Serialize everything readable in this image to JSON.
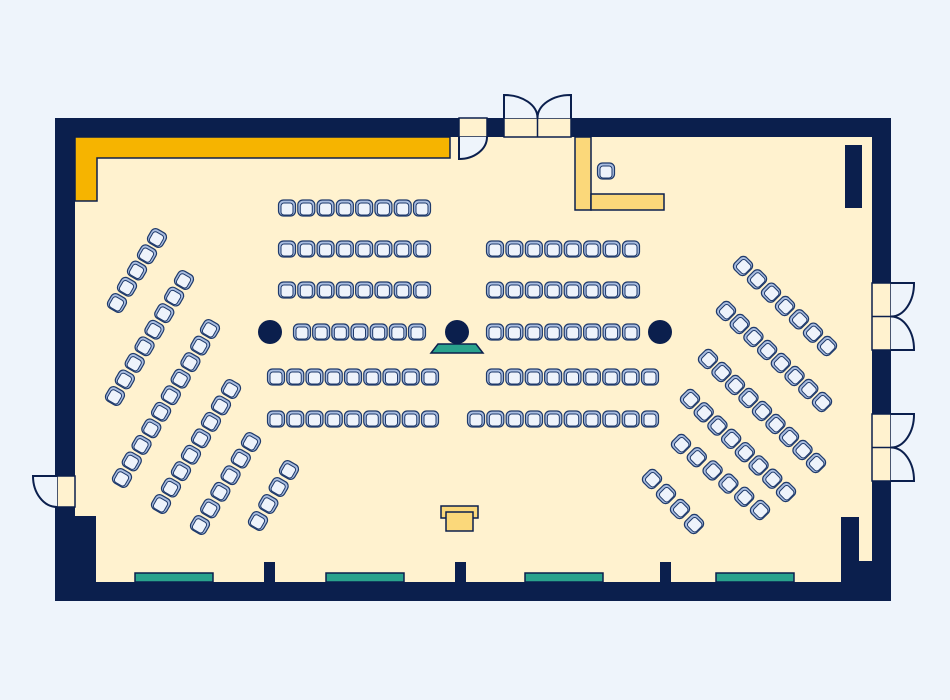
{
  "colors": {
    "background": "#eef4fb",
    "wall": "#0b1f4d",
    "floor": "#fff2cf",
    "stage_bar": "#f6b400",
    "desk": "#fbd87a",
    "window": "#2aa38d",
    "chair_fill": "#eef3fb",
    "chair_back": "#a9bde0",
    "chair_stroke": "#1f3a6b",
    "door": "#eef4fb",
    "doorway": "#fff2cf"
  },
  "seating": {
    "center_left_rows": [
      8,
      8,
      8,
      7,
      9,
      9
    ],
    "center_right_rows": [
      8,
      8,
      8,
      9,
      10
    ],
    "left_angled_rows": [
      5,
      8,
      10,
      8,
      6,
      4
    ],
    "right_angled_rows": [
      7,
      8,
      9,
      8,
      6,
      4
    ]
  }
}
